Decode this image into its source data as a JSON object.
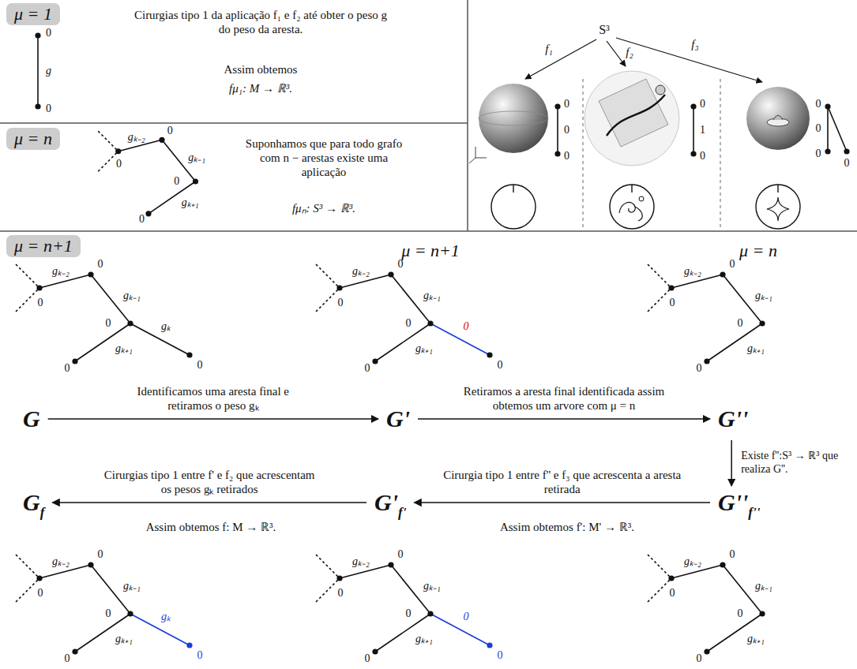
{
  "diagram": {
    "nodes": [
      {
        "text": [
          "μ = 1"
        ]
      },
      {
        "text": [
          "μ = n"
        ]
      },
      {
        "text": [
          "μ = n+1"
        ]
      },
      {
        "text": [
          "G"
        ]
      },
      {
        "text": [
          "G'"
        ]
      },
      {
        "text": [
          "G''"
        ]
      },
      {
        "text": [
          "G",
          "f"
        ]
      },
      {
        "text": [
          "G'",
          "f'"
        ]
      },
      {
        "text": [
          "G''",
          "f''"
        ]
      }
    ],
    "edges": [
      {
        "from": 3,
        "to": 4,
        "arrow": "to",
        "label": "Identificamos uma aresta final e retiramos o peso gₖ"
      },
      {
        "from": 4,
        "to": 5,
        "arrow": "to",
        "label": "Retiramos a aresta final identificada assim obtemos um arvore com μ = n"
      },
      {
        "from": 5,
        "to": 8,
        "arrow": "to",
        "label": "Existe f'':S³ → ℝ³ que realiza G''."
      },
      {
        "from": 8,
        "to": 7,
        "arrow": "to",
        "label": "Cirurgia tipo 1 entre f'' e f₃ que acrescenta a aresta retirada"
      },
      {
        "from": 7,
        "to": 6,
        "arrow": "to",
        "label": "Cirurgias tipo 1 entre f' e f₂ que acrescentam os pesos gₖ retirados"
      }
    ],
    "labels": [
      "Cirurgias tipo 1 da aplicação f₁ e f₂ até obter o peso g do peso da aresta.",
      "Assim obtemos",
      "fμ₁: M → ℝ³.",
      "0",
      "g",
      "0",
      "Suponhamos que para todo grafo com n − arestas existe uma aplicação",
      "fμₙ: S³ → ℝ³.",
      "gₖ₋₂",
      "0",
      "0",
      "gₖ₋₁",
      "0",
      "gₖ₊₁",
      "0",
      "S³",
      "f₁",
      "f₂",
      "f₃",
      "0",
      "0",
      "0",
      "0",
      "1",
      "0",
      "0",
      "0",
      "0",
      "0",
      "μ = n+1",
      "μ = n",
      "Assim obtemos f: M → ℝ³.",
      "Assim obtemos f': M' → ℝ³.",
      "gₖ₋₂",
      "0",
      "0",
      "gₖ₋₁",
      "0",
      "gₖ₊₁",
      "0",
      "gₖ",
      "0",
      "gₖ₋₂",
      "0",
      "0",
      "gₖ₋₁",
      "0",
      "gₖ₊₁",
      "0",
      "0",
      "0",
      "gₖ₋₂",
      "0",
      "0",
      "gₖ₋₁",
      "0",
      "gₖ₊₁",
      "0",
      "gₖ₋₂",
      "0",
      "0",
      "gₖ₋₁",
      "0",
      "gₖ₊₁",
      "0",
      "gₖ",
      "0",
      "gₖ₋₂",
      "0",
      "0",
      "gₖ₋₁",
      "0",
      "gₖ₊₁",
      "0",
      "0",
      "0",
      "gₖ₋₂",
      "0",
      "0",
      "gₖ₋₁",
      "0",
      "gₖ₊₁",
      "0"
    ]
  }
}
